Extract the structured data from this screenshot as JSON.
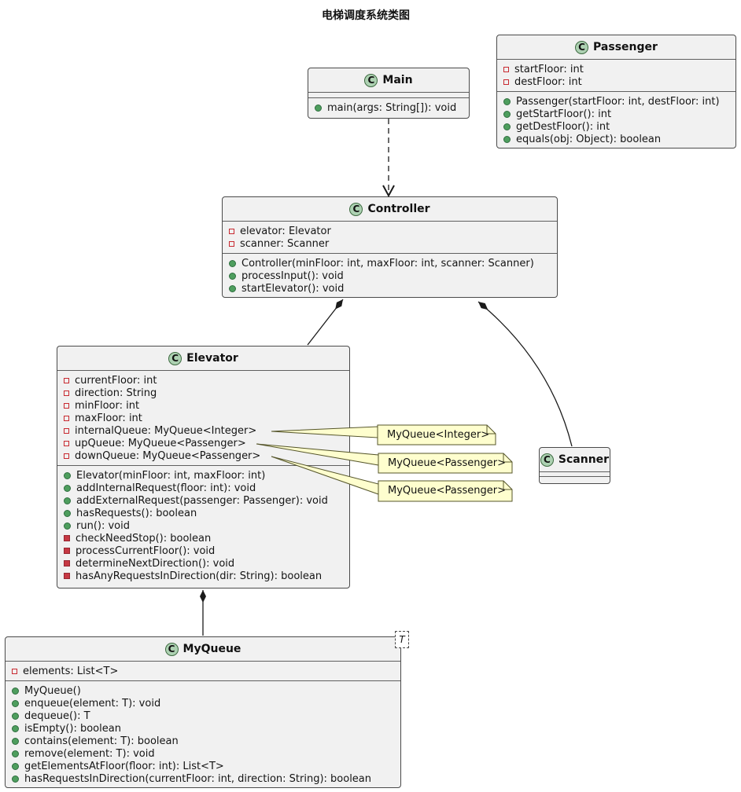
{
  "diagram": {
    "title": "电梯调度系统类图",
    "badge": "C"
  },
  "classes": [
    {
      "name": "Main",
      "fields": [],
      "methods": [
        {
          "icon": "public-method",
          "text": "main(args: String[]): void"
        }
      ]
    },
    {
      "name": "Passenger",
      "fields": [
        {
          "icon": "private-field",
          "text": "startFloor: int"
        },
        {
          "icon": "private-field",
          "text": "destFloor: int"
        }
      ],
      "methods": [
        {
          "icon": "public-method",
          "text": "Passenger(startFloor: int, destFloor: int)"
        },
        {
          "icon": "public-method",
          "text": "getStartFloor(): int"
        },
        {
          "icon": "public-method",
          "text": "getDestFloor(): int"
        },
        {
          "icon": "public-method",
          "text": "equals(obj: Object): boolean"
        }
      ]
    },
    {
      "name": "Controller",
      "fields": [
        {
          "icon": "private-field",
          "text": "elevator: Elevator"
        },
        {
          "icon": "private-field",
          "text": "scanner: Scanner"
        }
      ],
      "methods": [
        {
          "icon": "public-method",
          "text": "Controller(minFloor: int, maxFloor: int, scanner: Scanner)"
        },
        {
          "icon": "public-method",
          "text": "processInput(): void"
        },
        {
          "icon": "public-method",
          "text": "startElevator(): void"
        }
      ]
    },
    {
      "name": "Elevator",
      "fields": [
        {
          "icon": "private-field",
          "text": "currentFloor: int"
        },
        {
          "icon": "private-field",
          "text": "direction: String"
        },
        {
          "icon": "private-field",
          "text": "minFloor: int"
        },
        {
          "icon": "private-field",
          "text": "maxFloor: int"
        },
        {
          "icon": "private-field",
          "text": "internalQueue: MyQueue<Integer>"
        },
        {
          "icon": "private-field",
          "text": "upQueue: MyQueue<Passenger>"
        },
        {
          "icon": "private-field",
          "text": "downQueue: MyQueue<Passenger>"
        }
      ],
      "methods": [
        {
          "icon": "public-method",
          "text": "Elevator(minFloor: int, maxFloor: int)"
        },
        {
          "icon": "public-method",
          "text": "addInternalRequest(floor: int): void"
        },
        {
          "icon": "public-method",
          "text": "addExternalRequest(passenger: Passenger): void"
        },
        {
          "icon": "public-method",
          "text": "hasRequests(): boolean"
        },
        {
          "icon": "public-method",
          "text": "run(): void"
        },
        {
          "icon": "private-method",
          "text": "checkNeedStop(): boolean"
        },
        {
          "icon": "private-method",
          "text": "processCurrentFloor(): void"
        },
        {
          "icon": "private-method",
          "text": "determineNextDirection(): void"
        },
        {
          "icon": "private-method",
          "text": "hasAnyRequestsInDirection(dir: String): boolean"
        }
      ]
    },
    {
      "name": "Scanner",
      "fields": [],
      "methods": []
    },
    {
      "name": "MyQueue",
      "generic": "T",
      "fields": [
        {
          "icon": "private-field",
          "text": "elements: List<T>"
        }
      ],
      "methods": [
        {
          "icon": "public-method",
          "text": "MyQueue()"
        },
        {
          "icon": "public-method",
          "text": "enqueue(element: T): void"
        },
        {
          "icon": "public-method",
          "text": "dequeue(): T"
        },
        {
          "icon": "public-method",
          "text": "isEmpty(): boolean"
        },
        {
          "icon": "public-method",
          "text": "contains(element: T): boolean"
        },
        {
          "icon": "public-method",
          "text": "remove(element: T): void"
        },
        {
          "icon": "public-method",
          "text": "getElementsAtFloor(floor: int): List<T>"
        },
        {
          "icon": "public-method",
          "text": "hasRequestsInDirection(currentFloor: int, direction: String): boolean"
        }
      ]
    }
  ],
  "notes": [
    {
      "text": "MyQueue<Integer>"
    },
    {
      "text": "MyQueue<Passenger>"
    },
    {
      "text": "MyQueue<Passenger>"
    }
  ],
  "colors": {
    "class_fill": "#F1F1F1",
    "class_border": "#4A4A4A",
    "badge_fill": "#ADD1B2",
    "note_fill": "#FEFECE",
    "private_red": "#C82930",
    "public_green": "#4E9E5E",
    "line": "#1B1B1B"
  }
}
